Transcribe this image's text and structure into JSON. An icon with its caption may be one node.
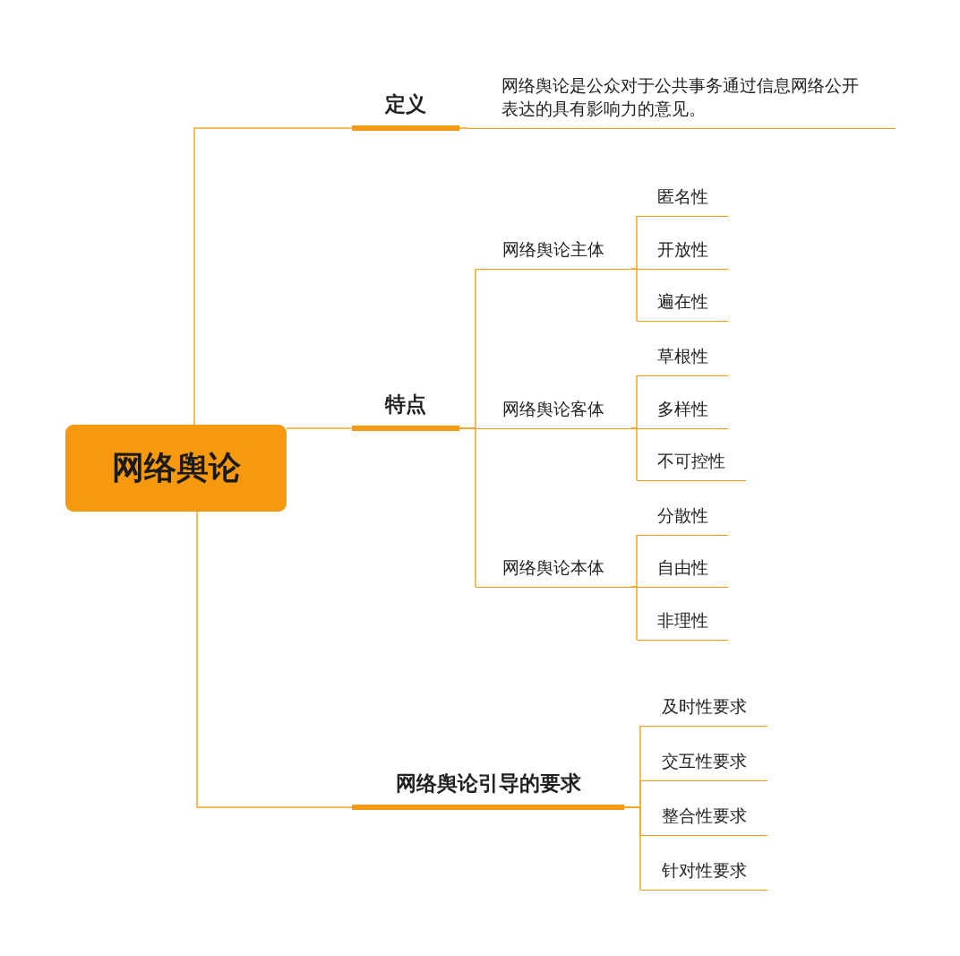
{
  "diagram": {
    "nodes": [
      {
        "text": [
          "网络舆论"
        ]
      },
      {
        "text": [
          "定义"
        ]
      },
      {
        "text": [
          "网络舆论是公众对于公共事务通过信息网络公开表达的具有影响力的意见。"
        ]
      },
      {
        "text": [
          "特点"
        ]
      },
      {
        "text": [
          "网络舆论主体"
        ]
      },
      {
        "text": [
          "匿名性"
        ]
      },
      {
        "text": [
          "开放性"
        ]
      },
      {
        "text": [
          "遍在性"
        ]
      },
      {
        "text": [
          "网络舆论客体"
        ]
      },
      {
        "text": [
          "草根性"
        ]
      },
      {
        "text": [
          "多样性"
        ]
      },
      {
        "text": [
          "不可控性"
        ]
      },
      {
        "text": [
          "网络舆论本体"
        ]
      },
      {
        "text": [
          "分散性"
        ]
      },
      {
        "text": [
          "自由性"
        ]
      },
      {
        "text": [
          "非理性"
        ]
      },
      {
        "text": [
          "网络舆论引导的要求"
        ]
      },
      {
        "text": [
          "及时性要求"
        ]
      },
      {
        "text": [
          "交互性要求"
        ]
      },
      {
        "text": [
          "整合性要求"
        ]
      },
      {
        "text": [
          "针对性要求"
        ]
      }
    ],
    "edges": [
      {
        "from": 0,
        "to": 1,
        "arrow": "none"
      },
      {
        "from": 1,
        "to": 2,
        "arrow": "none"
      },
      {
        "from": 0,
        "to": 3,
        "arrow": "none"
      },
      {
        "from": 3,
        "to": 4,
        "arrow": "none"
      },
      {
        "from": 4,
        "to": 5,
        "arrow": "none"
      },
      {
        "from": 4,
        "to": 6,
        "arrow": "none"
      },
      {
        "from": 4,
        "to": 7,
        "arrow": "none"
      },
      {
        "from": 3,
        "to": 8,
        "arrow": "none"
      },
      {
        "from": 8,
        "to": 9,
        "arrow": "none"
      },
      {
        "from": 8,
        "to": 10,
        "arrow": "none"
      },
      {
        "from": 8,
        "to": 11,
        "arrow": "none"
      },
      {
        "from": 3,
        "to": 12,
        "arrow": "none"
      },
      {
        "from": 12,
        "to": 13,
        "arrow": "none"
      },
      {
        "from": 12,
        "to": 14,
        "arrow": "none"
      },
      {
        "from": 12,
        "to": 15,
        "arrow": "none"
      },
      {
        "from": 0,
        "to": 16,
        "arrow": "none"
      },
      {
        "from": 16,
        "to": 17,
        "arrow": "none"
      },
      {
        "from": 16,
        "to": 18,
        "arrow": "none"
      },
      {
        "from": 16,
        "to": 19,
        "arrow": "none"
      },
      {
        "from": 16,
        "to": 20,
        "arrow": "none"
      }
    ]
  }
}
